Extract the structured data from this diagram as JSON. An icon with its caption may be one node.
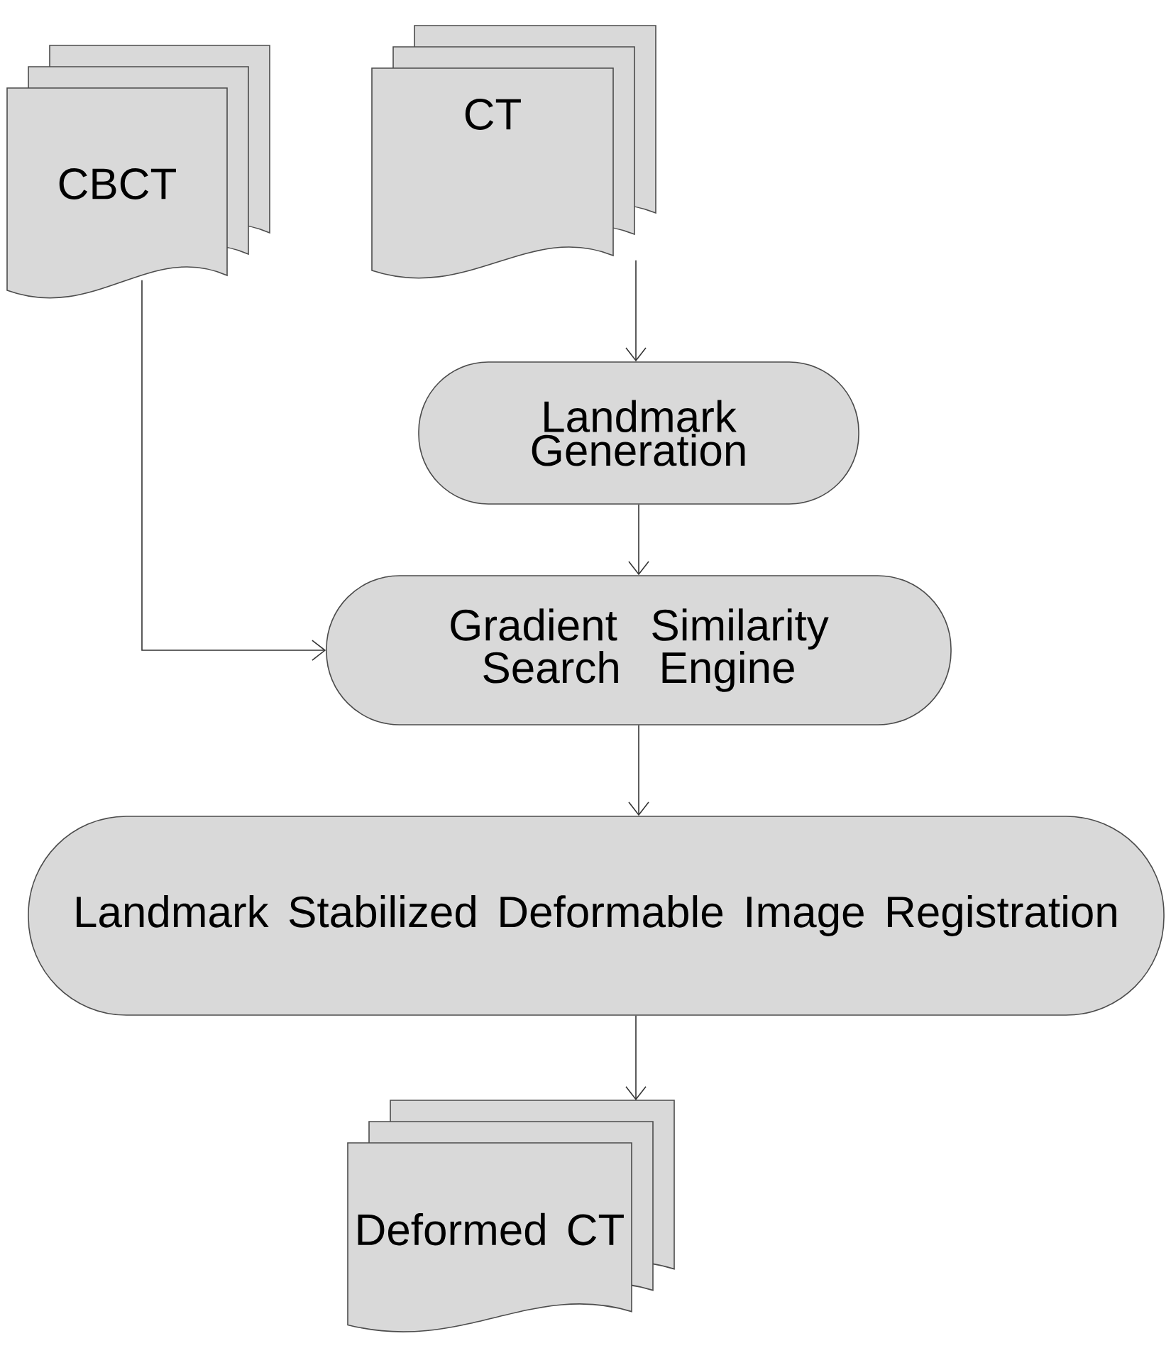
{
  "diagram": {
    "nodes": [
      {
        "text": [
          "CBCT"
        ]
      },
      {
        "text": [
          "CT"
        ]
      },
      {
        "text": [
          "Landmark Generation"
        ]
      },
      {
        "text": [
          "Gradient Similarity Search Engine"
        ]
      },
      {
        "text": [
          "Landmark Stabilized Deformable Image Registration"
        ]
      },
      {
        "text": [
          "Deformed CT"
        ]
      }
    ],
    "edges": [
      {
        "from": 0,
        "to": 3,
        "arrow": "to"
      },
      {
        "from": 1,
        "to": 2,
        "arrow": "to"
      },
      {
        "from": 2,
        "to": 3,
        "arrow": "to"
      },
      {
        "from": 3,
        "to": 4,
        "arrow": "to"
      },
      {
        "from": 4,
        "to": 5,
        "arrow": "to"
      }
    ]
  }
}
